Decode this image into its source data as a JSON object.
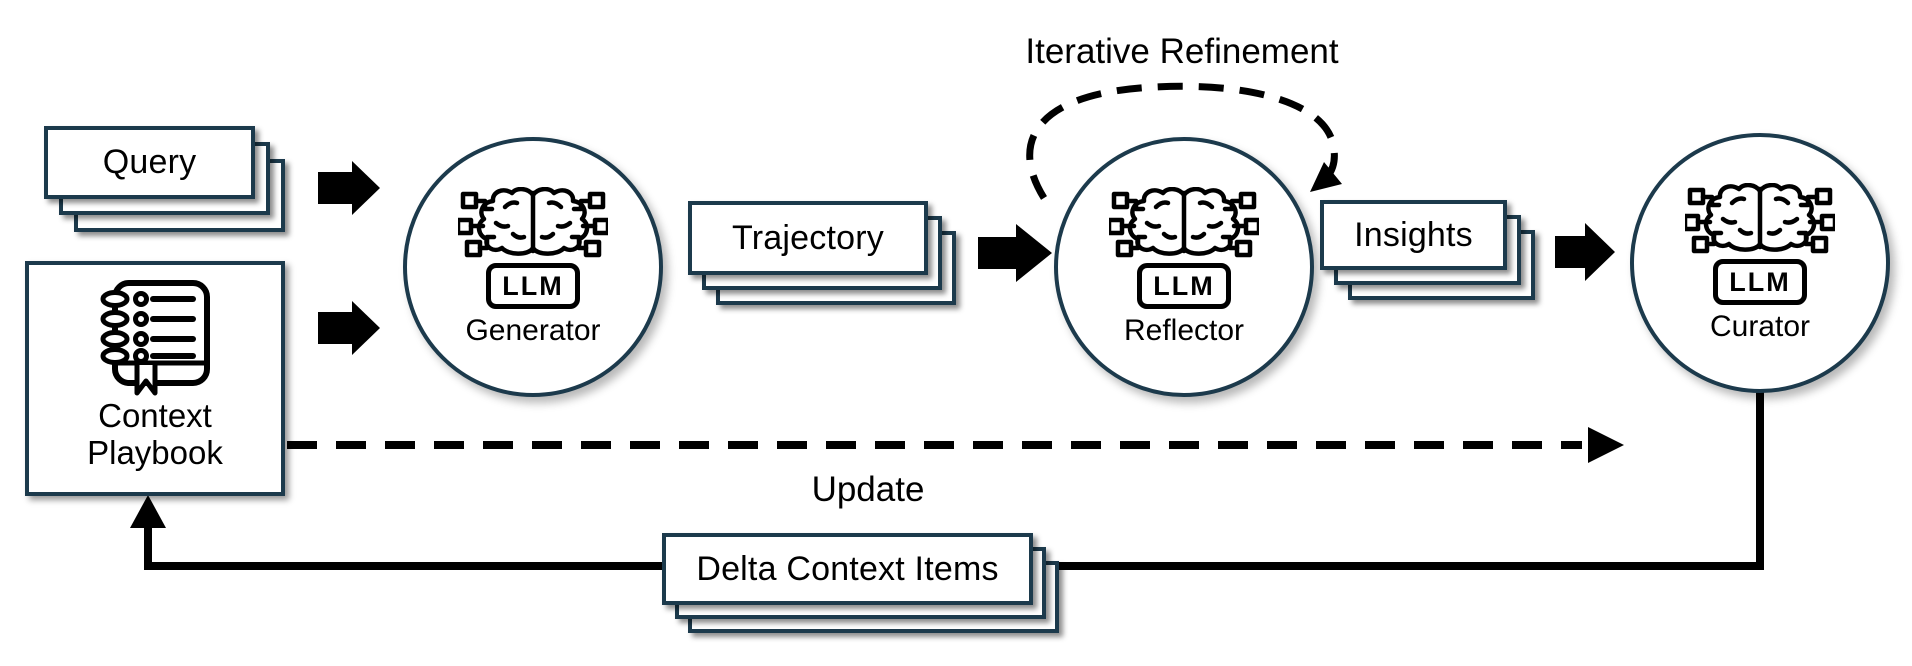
{
  "colors": {
    "outline": "#1c3a4c",
    "ink": "#000000",
    "background": "#ffffff"
  },
  "nodes": {
    "query": {
      "label": "Query"
    },
    "context_playbook": {
      "line1": "Context",
      "line2": "Playbook",
      "icon": "notebook-icon"
    },
    "generator": {
      "label": "Generator",
      "badge": "LLM",
      "icon": "brain-circuit-icon"
    },
    "trajectory": {
      "label": "Trajectory"
    },
    "reflector": {
      "label": "Reflector",
      "badge": "LLM",
      "icon": "brain-circuit-icon"
    },
    "insights": {
      "label": "Insights"
    },
    "curator": {
      "label": "Curator",
      "badge": "LLM",
      "icon": "brain-circuit-icon"
    },
    "delta_context_items": {
      "label": "Delta Context Items"
    }
  },
  "labels": {
    "iterative_refinement": "Iterative Refinement",
    "update": "Update"
  }
}
